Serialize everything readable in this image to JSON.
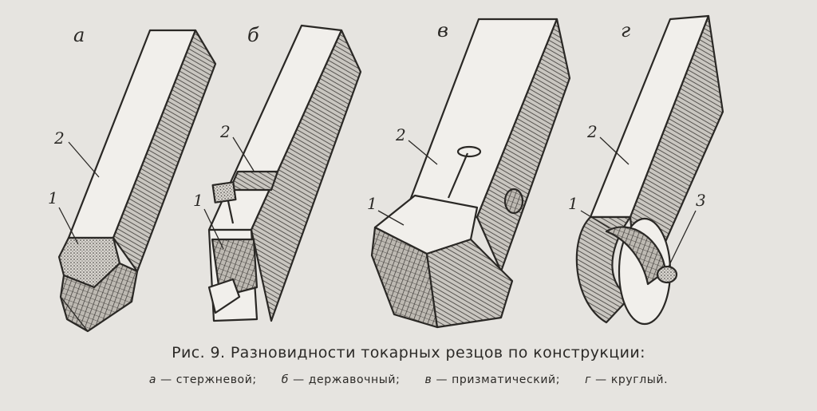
{
  "panels": [
    {
      "letter": "а",
      "labels": {
        "1": "1",
        "2": "2"
      }
    },
    {
      "letter": "б",
      "labels": {
        "1": "1",
        "2": "2"
      }
    },
    {
      "letter": "в",
      "labels": {
        "1": "1",
        "2": "2"
      }
    },
    {
      "letter": "г",
      "labels": {
        "1": "1",
        "2": "2",
        "3": "3"
      }
    }
  ],
  "caption": {
    "title": "Рис. 9. Разновидности токарных резцов по конструкции:",
    "legend": [
      {
        "key": "а",
        "dash": "—",
        "text": "стержневой;"
      },
      {
        "key": "б",
        "dash": "—",
        "text": "державочный;"
      },
      {
        "key": "в",
        "dash": "—",
        "text": "призматический;"
      },
      {
        "key": "г",
        "dash": "—",
        "text": "круглый."
      }
    ]
  },
  "colors": {
    "paper": "#e6e4e0",
    "ink": "#2a2825"
  }
}
